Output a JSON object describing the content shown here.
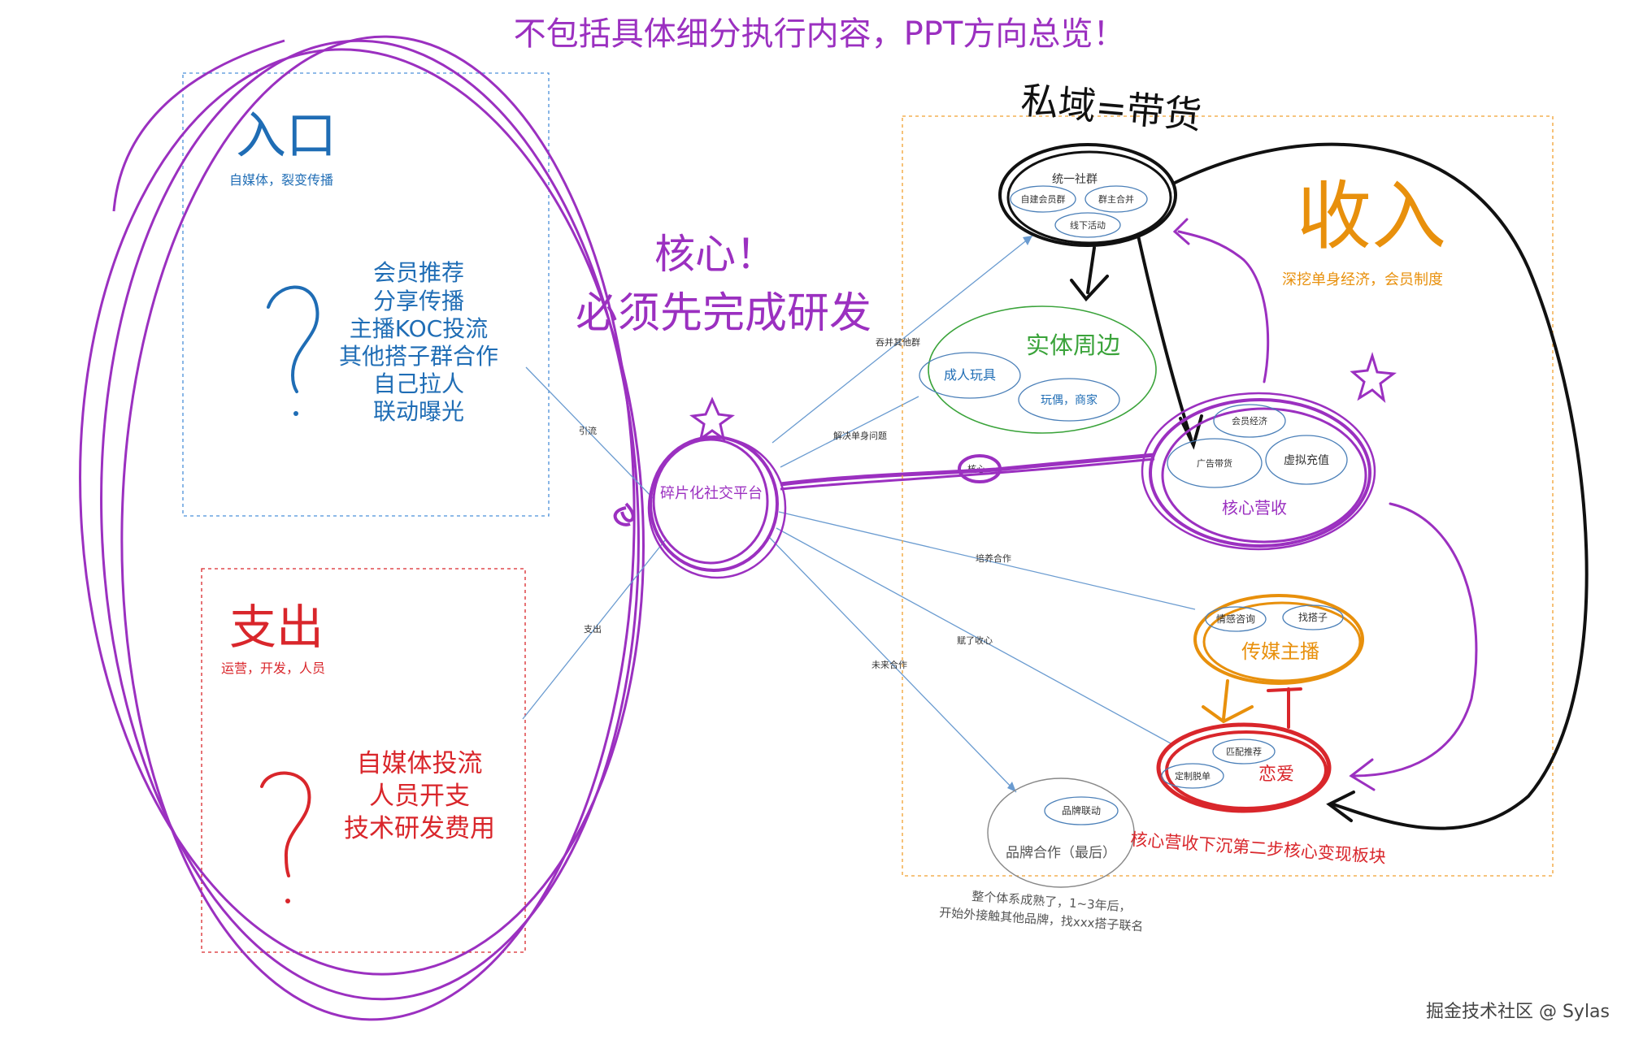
{
  "header_note": "不包括具体细分执行内容，PPT方向总览！",
  "watermark": "掘金技术社区 @ Sylas",
  "core_note": {
    "line1": "核心！",
    "line2": "必须先完成研发"
  },
  "entry": {
    "title": "入口",
    "subtitle": "自媒体，裂变传播",
    "question_mark": "?",
    "items": [
      "会员推荐",
      "分享传播",
      "主播KOC投流",
      "其他搭子群合作",
      "自己拉人",
      "联动曝光"
    ]
  },
  "expense": {
    "title": "支出",
    "subtitle": "运营，开发，人员",
    "question_mark": "?",
    "items": [
      "自媒体投流",
      "人员开支",
      "技术研发费用"
    ]
  },
  "platform": {
    "label": "碎片化社交平台"
  },
  "edges": {
    "traffic": "引流",
    "expense": "支出",
    "merge_groups": "吞并其他群",
    "solve_single": "解决单身问题",
    "core": "核心",
    "cultivate": "培养合作",
    "empower": "赋了收心",
    "future": "未来合作"
  },
  "revenue": {
    "title": "收入",
    "subtitle": "深挖单身经济，会员制度",
    "private_domain_title": "私域=带货",
    "community": {
      "label": "统一社群",
      "items": [
        "自建会员群",
        "群主合并",
        "线下活动"
      ]
    },
    "merch": {
      "label": "实体周边",
      "items": [
        "成人玩具",
        "玩偶，商家"
      ]
    },
    "core_revenue": {
      "label": "核心营收",
      "items": [
        "会员经济",
        "广告带货",
        "虚拟充值"
      ]
    },
    "media": {
      "label": "传媒主播",
      "items": [
        "情感咨询",
        "找搭子"
      ]
    },
    "love": {
      "label": "恋爱",
      "items": [
        "匹配推荐",
        "定制脱单"
      ]
    },
    "brand": {
      "label": "品牌合作（最后）",
      "items": [
        "品牌联动"
      ]
    },
    "sink_note": "核心营收下沉第二步核心变现板块",
    "bottom_note": {
      "line1": "整个体系成熟了，1~3年后，",
      "line2": "开始外接触其他品牌，找xxx搭子联名"
    }
  },
  "colors": {
    "purple": "#9b30c0",
    "blue": "#1f6db5",
    "red": "#d9262b",
    "orange": "#e8900c",
    "green": "#3aa33a",
    "black": "#111111",
    "gray_text": "#555555"
  }
}
